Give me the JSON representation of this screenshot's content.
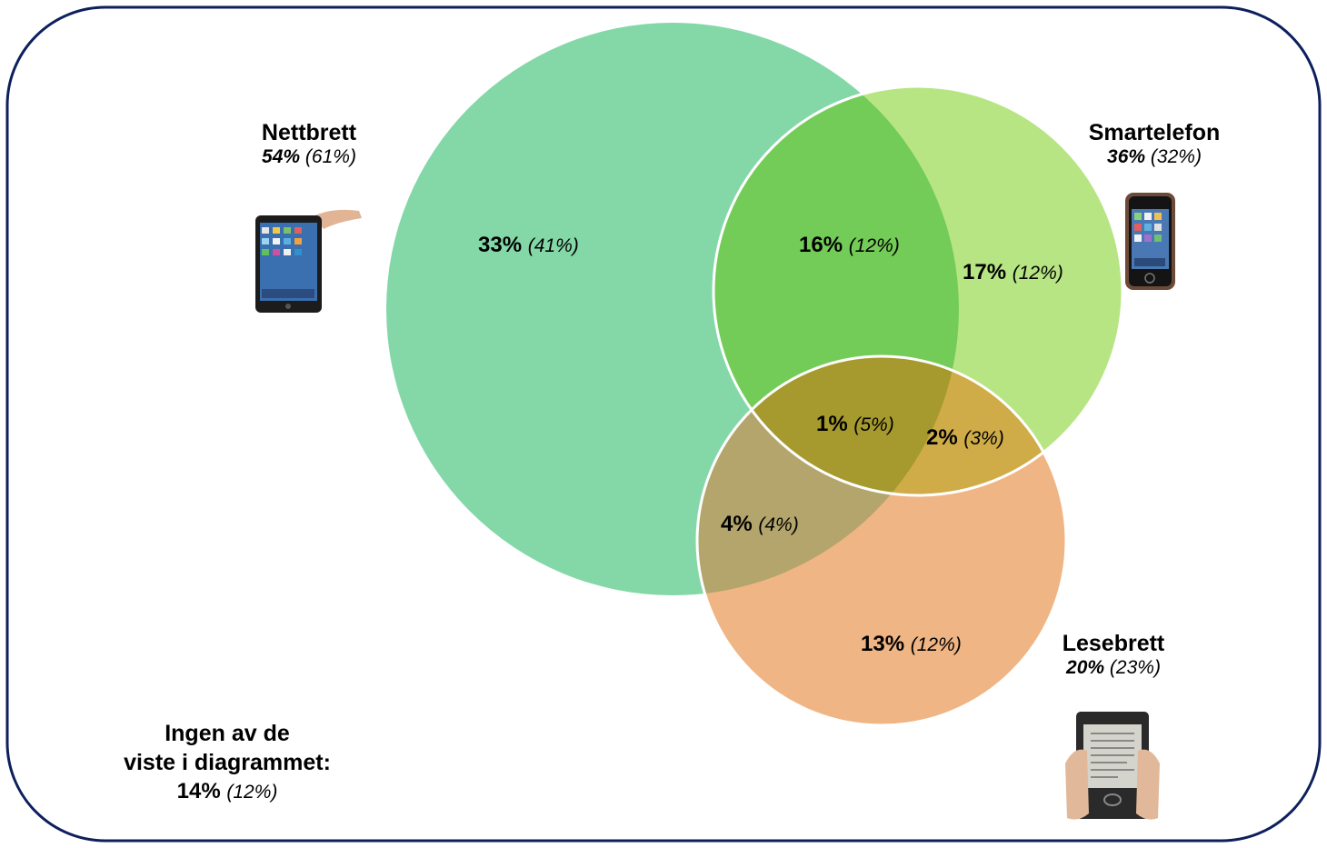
{
  "sets": [
    {
      "key": "nettbrett",
      "name": "Nettbrett",
      "total": "54%",
      "previous": "(61%)",
      "color": "#84d8a8",
      "icon": "tablet-icon"
    },
    {
      "key": "smartelefon",
      "name": "Smartelefon",
      "total": "36%",
      "previous": "(32%)",
      "color": "#b8e584",
      "icon": "smartphone-icon"
    },
    {
      "key": "lesebrett",
      "name": "Lesebrett",
      "total": "20%",
      "previous": "(23%)",
      "color": "#f0b584",
      "icon": "ereader-icon"
    }
  ],
  "regions": [
    {
      "key": "nettbrett_only",
      "sets": [
        "Nettbrett"
      ],
      "value": "33%",
      "previous": "(41%)"
    },
    {
      "key": "nettbrett_smartelefon",
      "sets": [
        "Nettbrett",
        "Smartelefon"
      ],
      "value": "16%",
      "previous": "(12%)"
    },
    {
      "key": "smartelefon_only",
      "sets": [
        "Smartelefon"
      ],
      "value": "17%",
      "previous": "(12%)"
    },
    {
      "key": "all_three",
      "sets": [
        "Nettbrett",
        "Smartelefon",
        "Lesebrett"
      ],
      "value": "1%",
      "previous": "(5%)"
    },
    {
      "key": "smartelefon_lesebrett",
      "sets": [
        "Smartelefon",
        "Lesebrett"
      ],
      "value": "2%",
      "previous": "(3%)"
    },
    {
      "key": "nettbrett_lesebrett",
      "sets": [
        "Nettbrett",
        "Lesebrett"
      ],
      "value": "4%",
      "previous": "(4%)"
    },
    {
      "key": "lesebrett_only",
      "sets": [
        "Lesebrett"
      ],
      "value": "13%",
      "previous": "(12%)"
    }
  ],
  "none": {
    "line1": "Ingen av de",
    "line2": "viste i diagrammet:",
    "value": "14%",
    "previous": "(12%)"
  },
  "colors": {
    "frame": "#0d1f5c",
    "overlap_ns": "#74cc58",
    "overlap_nl": "#b3a56b",
    "overlap_sl": "#d0ac48",
    "overlap_all": "#a69a2e",
    "circle_stroke": "#ffffff"
  }
}
